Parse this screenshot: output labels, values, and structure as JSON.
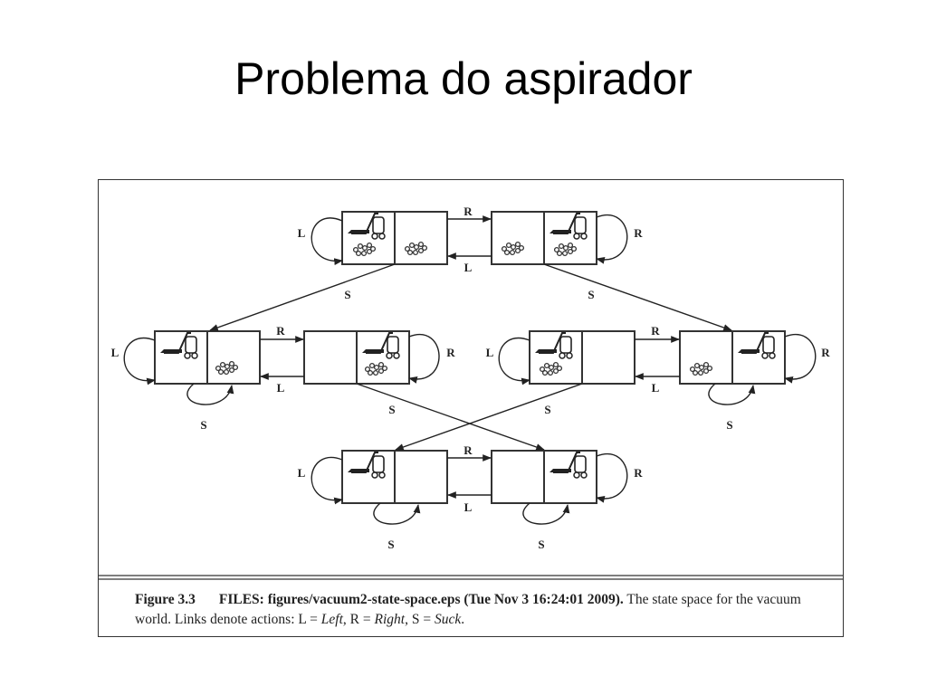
{
  "slide": {
    "title": "Problema do aspirador"
  },
  "figure": {
    "caption": {
      "number": "Figure 3.3",
      "files": "FILES: figures/vacuum2-state-space.eps (Tue Nov 3 16:24:01 2009).",
      "text_a": "The state space for the vacuum world. Links denote actions: L = ",
      "left": "Left",
      "text_b": ", R = ",
      "right": "Right",
      "text_c": ", S = ",
      "suck": "Suck",
      "text_d": "."
    },
    "actions": {
      "left": "L",
      "right": "R",
      "suck": "S"
    },
    "states": [
      {
        "id": 1,
        "robot": "left",
        "dirt_left": true,
        "dirt_right": true
      },
      {
        "id": 2,
        "robot": "right",
        "dirt_left": true,
        "dirt_right": true
      },
      {
        "id": 3,
        "robot": "left",
        "dirt_left": false,
        "dirt_right": true
      },
      {
        "id": 4,
        "robot": "right",
        "dirt_left": false,
        "dirt_right": true
      },
      {
        "id": 5,
        "robot": "left",
        "dirt_left": true,
        "dirt_right": false
      },
      {
        "id": 6,
        "robot": "right",
        "dirt_left": true,
        "dirt_right": false
      },
      {
        "id": 7,
        "robot": "left",
        "dirt_left": false,
        "dirt_right": false
      },
      {
        "id": 8,
        "robot": "right",
        "dirt_left": false,
        "dirt_right": false
      }
    ]
  }
}
